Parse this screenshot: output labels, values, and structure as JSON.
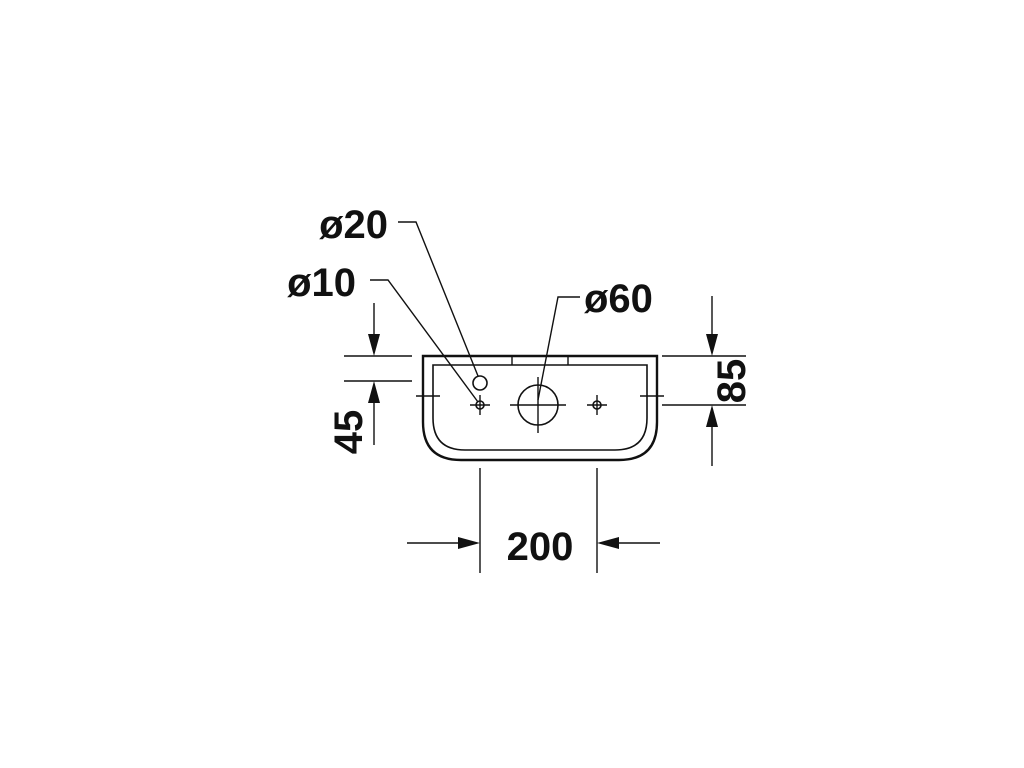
{
  "drawing": {
    "labels": {
      "hole_d20": "ø20",
      "hole_d10": "ø10",
      "hole_d60": "ø60",
      "depth_85": "85",
      "height_45": "45",
      "spacing_200": "200"
    },
    "colors": {
      "line": "#111111",
      "background": "#ffffff"
    }
  }
}
